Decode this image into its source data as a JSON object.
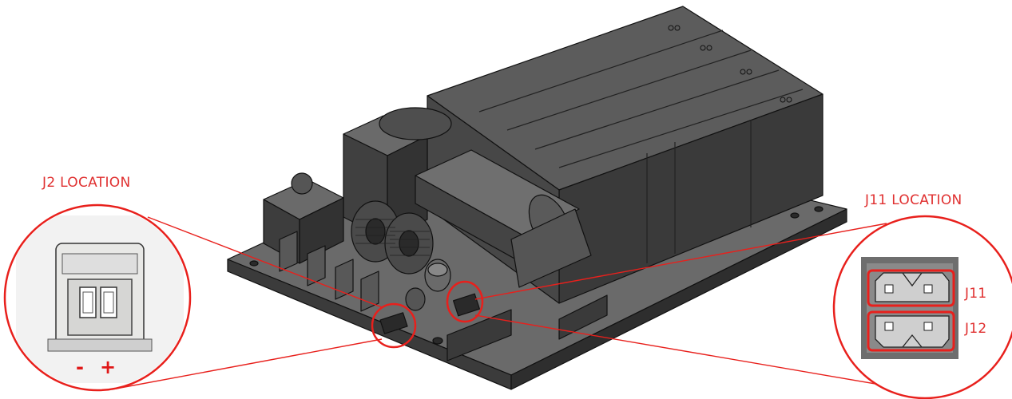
{
  "callouts": {
    "j2_title": "J2 LOCATION",
    "j11_title": "J11 LOCATION",
    "j2_minus": "-",
    "j2_plus": "+",
    "j11_label": "J11",
    "j12_label": "J12"
  },
  "colors": {
    "annotation": "#e8201c",
    "housing_top": "#5a5a5a",
    "housing_side": "#3a3a3a",
    "outline": "#111111"
  },
  "icons": [
    "power-supply-3d-model",
    "connector-j2-detail",
    "connector-j11-j12-detail"
  ]
}
